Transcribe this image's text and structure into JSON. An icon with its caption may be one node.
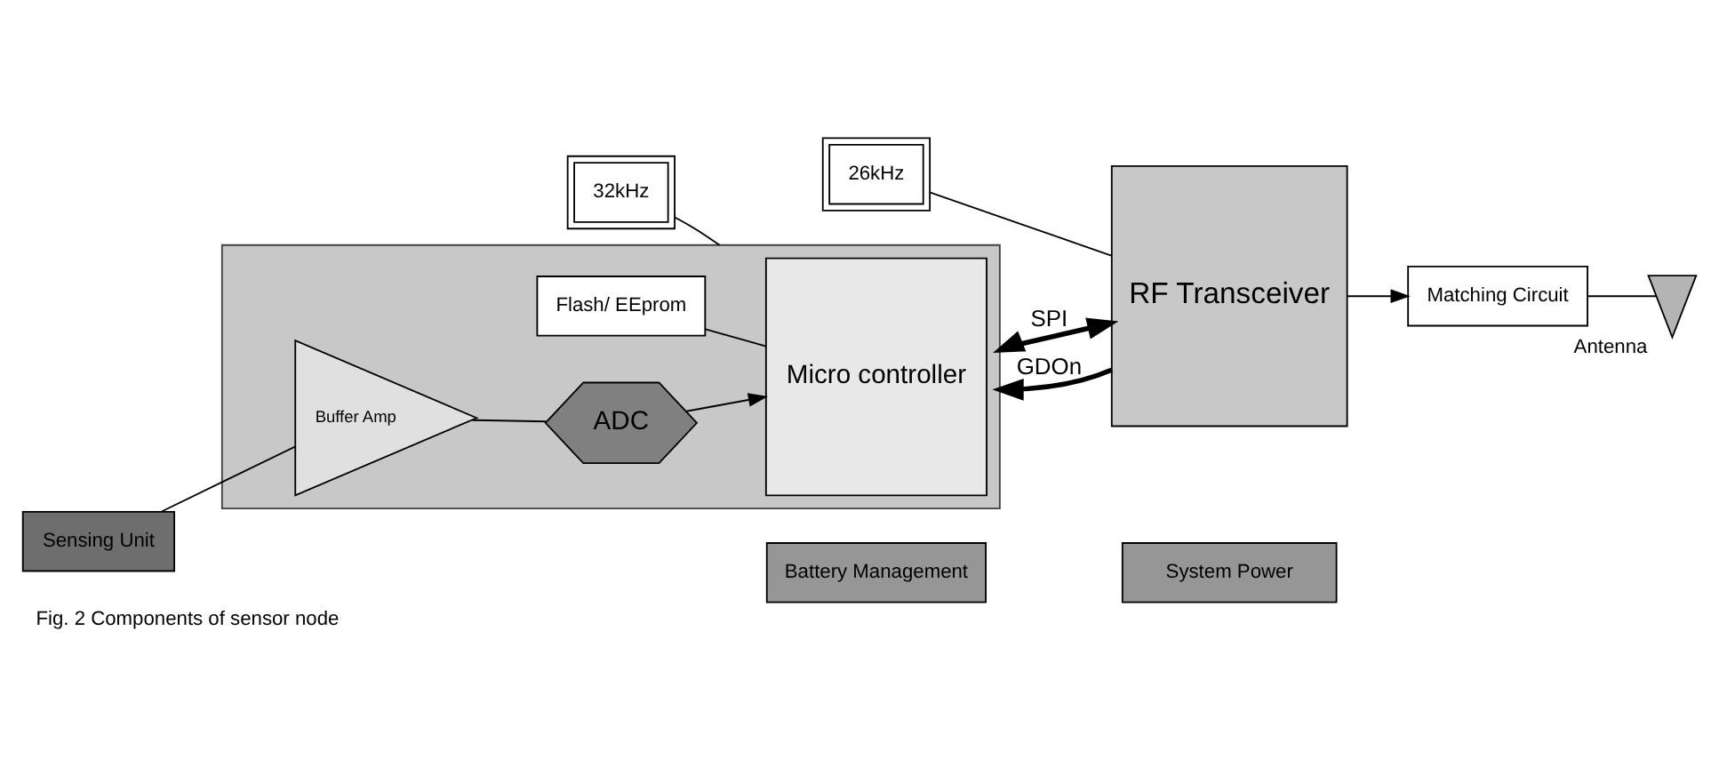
{
  "diagram": {
    "caption": "Fig. 2 Components of sensor node",
    "nodes": [
      {
        "text": [],
        "shape": "box"
      },
      {
        "text": [
          "Flash/ EEprom"
        ],
        "in": 0
      },
      {
        "text": [
          "Micro controller"
        ],
        "in": 0
      },
      {
        "text": [
          "Buffer Amp"
        ],
        "in": 0
      },
      {
        "text": [
          "ADC"
        ],
        "in": 0
      },
      {
        "text": [
          "Sensing Unit"
        ]
      },
      {
        "text": [
          "32kHz"
        ]
      },
      {
        "text": [
          "RF Transceiver"
        ]
      },
      {
        "text": [
          "26kHz"
        ]
      },
      {
        "text": [
          "Matching Circuit"
        ]
      },
      {
        "text": [
          "Antenna"
        ]
      },
      {
        "text": [
          "Battery Management"
        ]
      },
      {
        "text": [
          "System Power"
        ]
      }
    ],
    "edges": [
      {
        "from": 5,
        "to": 3,
        "arrow": "none"
      },
      {
        "from": 3,
        "to": 4,
        "arrow": "none"
      },
      {
        "from": 4,
        "to": 2,
        "arrow": "to"
      },
      {
        "from": 1,
        "to": 2,
        "arrow": "none"
      },
      {
        "from": 6,
        "to": 0,
        "arrow": "none"
      },
      {
        "from": 0,
        "to": 7,
        "arrow": "both",
        "label": "SPI",
        "style": "thick"
      },
      {
        "from": 7,
        "to": 0,
        "arrow": "to",
        "label": "GDOn",
        "style": "thick"
      },
      {
        "from": 8,
        "to": 7,
        "arrow": "none"
      },
      {
        "from": 7,
        "to": 9,
        "arrow": "to"
      },
      {
        "from": 9,
        "to": 10,
        "arrow": "none"
      }
    ]
  }
}
